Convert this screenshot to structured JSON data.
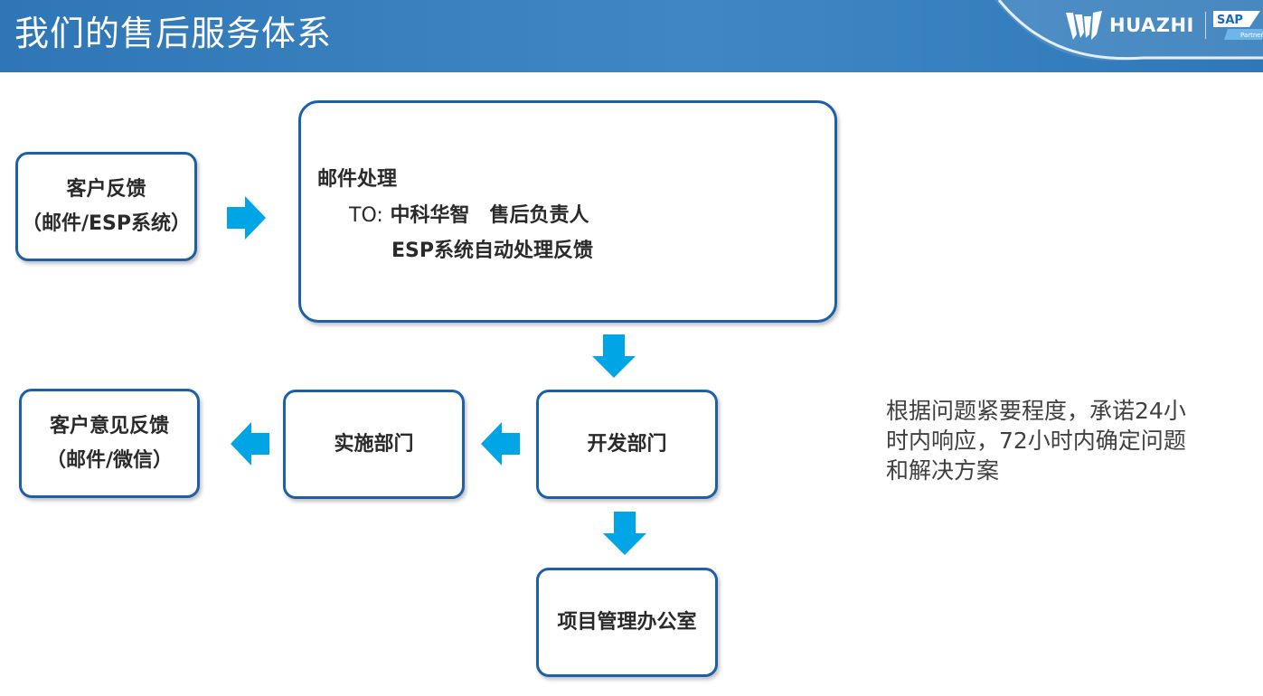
{
  "header": {
    "title": "我们的售后服务体系",
    "logo_text": "HUAZHI",
    "badge_brand": "SAP",
    "badge_label": "Partner"
  },
  "boxes": {
    "customer_feedback": {
      "line1": "客户反馈",
      "line2": "（邮件/ESP系统）"
    },
    "mail_processing": {
      "title": "邮件处理",
      "to_prefix": "TO:",
      "to_recipient": "中科华智　售后负责人",
      "esp_line": "ESP系统自动处理反馈"
    },
    "dev_dept": {
      "label": "开发部门"
    },
    "impl_dept": {
      "label": "实施部门"
    },
    "customer_opinion": {
      "line1": "客户意见反馈",
      "line2": "（邮件/微信）"
    },
    "pmo": {
      "label": "项目管理办公室"
    }
  },
  "note": {
    "line1": "根据问题紧要程度，承诺24小",
    "line2": "时内响应，72小时内确定问题",
    "line3": "和解决方案"
  },
  "colors": {
    "header_blue": "#3a82c0",
    "box_border": "#1d5fa8",
    "arrow": "#00a5e6"
  },
  "icons": {
    "arrow_right": "arrow-right-icon",
    "arrow_down": "arrow-down-icon",
    "arrow_left": "arrow-left-icon"
  }
}
